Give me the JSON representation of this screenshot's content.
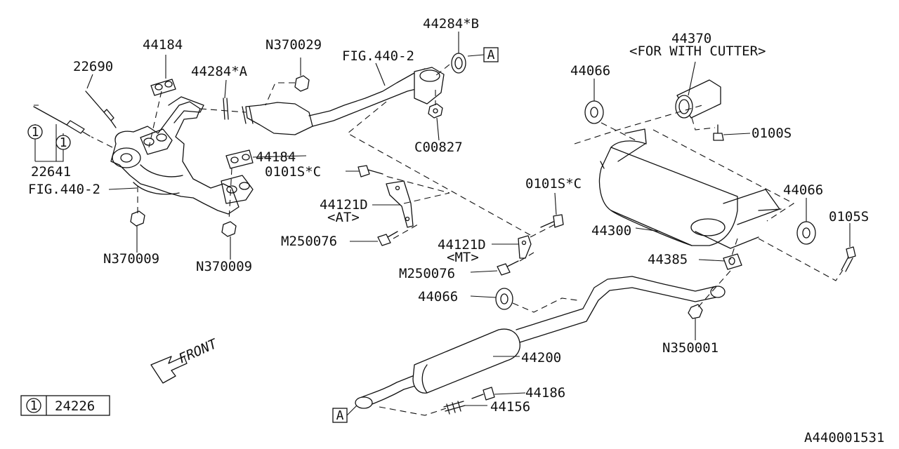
{
  "labels": {
    "l44284b": "44284*B",
    "l44370": "44370",
    "lcutter": "<FOR WITH CUTTER>",
    "lfig1": "FIG.440-2",
    "l44184a": "44184",
    "lN370029": "N370029",
    "l22690": "22690",
    "l44284a": "44284*A",
    "l44066a": "44066",
    "lC00827": "C00827",
    "l0100S": "0100S",
    "l44184b": "44184",
    "l0101Sc1": "0101S*C",
    "l0101Sc2": "0101S*C",
    "l22641": "22641",
    "lfig2": "FIG.440-2",
    "l44066b": "44066",
    "l0105S": "0105S",
    "l44121at": "44121D",
    "lat": "<AT>",
    "l44300": "44300",
    "lM250076a": "M250076",
    "l44121mt": "44121D",
    "lmt": "<MT>",
    "l44385": "44385",
    "lN370009a": "N370009",
    "lN370009b": "N370009",
    "lM250076b": "M250076",
    "l44066c": "44066",
    "lN350001": "N350001",
    "l44200": "44200",
    "l44186": "44186",
    "l44156": "44156",
    "lfront": "FRONT",
    "callout1": "1",
    "callout2": "1",
    "refA1": "A",
    "refA2": "A",
    "legendNum": "1",
    "legendPart": "24226",
    "diagramId": "A440001531"
  }
}
